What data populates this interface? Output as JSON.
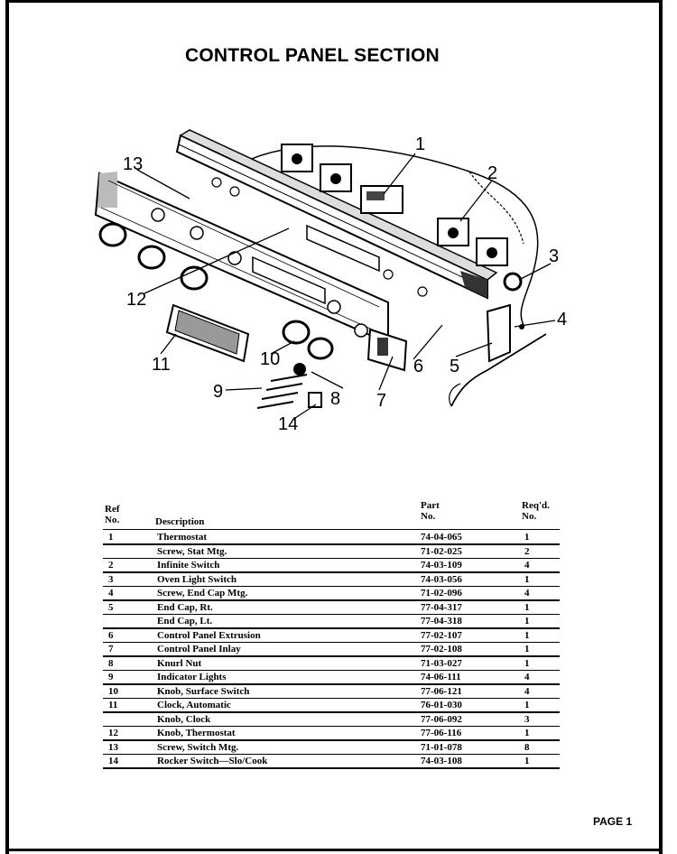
{
  "title": "CONTROL PANEL SECTION",
  "callouts": [
    "1",
    "2",
    "3",
    "4",
    "5",
    "6",
    "7",
    "8",
    "9",
    "10",
    "11",
    "12",
    "13",
    "14"
  ],
  "table": {
    "headers": {
      "ref": "Ref\nNo.",
      "description": "Description",
      "part": "Part\nNo.",
      "req": "Req'd.\nNo."
    },
    "rows": [
      {
        "ref": "1",
        "desc": "Thermostat",
        "part": "74-04-065",
        "req": "1"
      },
      {
        "ref": "",
        "desc": "Screw, Stat Mtg.",
        "part": "71-02-025",
        "req": "2"
      },
      {
        "ref": "2",
        "desc": "Infinite Switch",
        "part": "74-03-109",
        "req": "4"
      },
      {
        "ref": "3",
        "desc": "Oven Light Switch",
        "part": "74-03-056",
        "req": "1"
      },
      {
        "ref": "4",
        "desc": "Screw, End Cap Mtg.",
        "part": "71-02-096",
        "req": "4"
      },
      {
        "ref": "5",
        "desc": "End Cap, Rt.",
        "part": "77-04-317",
        "req": "1"
      },
      {
        "ref": "",
        "desc": "End Cap, Lt.",
        "part": "77-04-318",
        "req": "1"
      },
      {
        "ref": "6",
        "desc": "Control Panel Extrusion",
        "part": "77-02-107",
        "req": "1"
      },
      {
        "ref": "7",
        "desc": "Control Panel Inlay",
        "part": "77-02-108",
        "req": "1"
      },
      {
        "ref": "8",
        "desc": "Knurl Nut",
        "part": "71-03-027",
        "req": "1"
      },
      {
        "ref": "9",
        "desc": "Indicator Lights",
        "part": "74-06-111",
        "req": "4"
      },
      {
        "ref": "10",
        "desc": "Knob, Surface Switch",
        "part": "77-06-121",
        "req": "4"
      },
      {
        "ref": "11",
        "desc": "Clock, Automatic",
        "part": "76-01-030",
        "req": "1"
      },
      {
        "ref": "",
        "desc": "Knob, Clock",
        "part": "77-06-092",
        "req": "3"
      },
      {
        "ref": "12",
        "desc": "Knob, Thermostat",
        "part": "77-06-116",
        "req": "1"
      },
      {
        "ref": "13",
        "desc": "Screw, Switch Mtg.",
        "part": "71-01-078",
        "req": "8"
      },
      {
        "ref": "14",
        "desc": "Rocker Switch—Slo/Cook",
        "part": "74-03-108",
        "req": "1"
      }
    ]
  },
  "page_label": "PAGE 1"
}
